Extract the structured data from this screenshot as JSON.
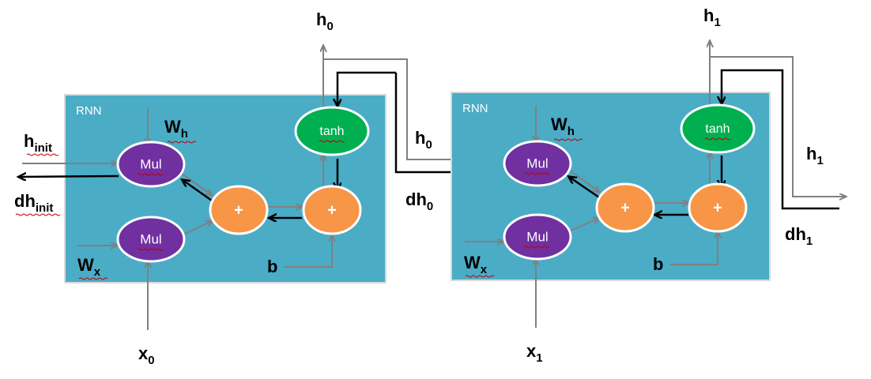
{
  "cells": [
    {
      "title": "RNN",
      "nodes": {
        "mul_h": "Mul",
        "mul_x": "Mul",
        "add_mid": "+",
        "add_out": "+",
        "tanh": "tanh"
      },
      "labels": {
        "h_in": {
          "base": "h",
          "sub": "init"
        },
        "dh_in": {
          "base": "dh",
          "sub": "init"
        },
        "w_h": {
          "base": "W",
          "sub": "h"
        },
        "w_x": {
          "base": "W",
          "sub": "x"
        },
        "b": {
          "base": "b",
          "sub": ""
        },
        "x": {
          "base": "x",
          "sub": "0"
        },
        "h_out": {
          "base": "h",
          "sub": "0"
        }
      }
    },
    {
      "title": "RNN",
      "nodes": {
        "mul_h": "Mul",
        "mul_x": "Mul",
        "add_mid": "+",
        "add_out": "+",
        "tanh": "tanh"
      },
      "labels": {
        "w_h": {
          "base": "W",
          "sub": "h"
        },
        "w_x": {
          "base": "W",
          "sub": "x"
        },
        "b": {
          "base": "b",
          "sub": ""
        },
        "x": {
          "base": "x",
          "sub": "1"
        },
        "h_out": {
          "base": "h",
          "sub": "1"
        }
      }
    }
  ],
  "between": {
    "h": {
      "base": "h",
      "sub": "0"
    },
    "dh": {
      "base": "dh",
      "sub": "0"
    }
  },
  "right": {
    "h": {
      "base": "h",
      "sub": "1"
    },
    "dh": {
      "base": "dh",
      "sub": "1"
    }
  },
  "colors": {
    "panel": "#4bacc6",
    "mul": "#7030a0",
    "add": "#f79646",
    "tanh": "#00b050",
    "forward_arrow": "#808080",
    "backward_arrow": "#000000"
  }
}
